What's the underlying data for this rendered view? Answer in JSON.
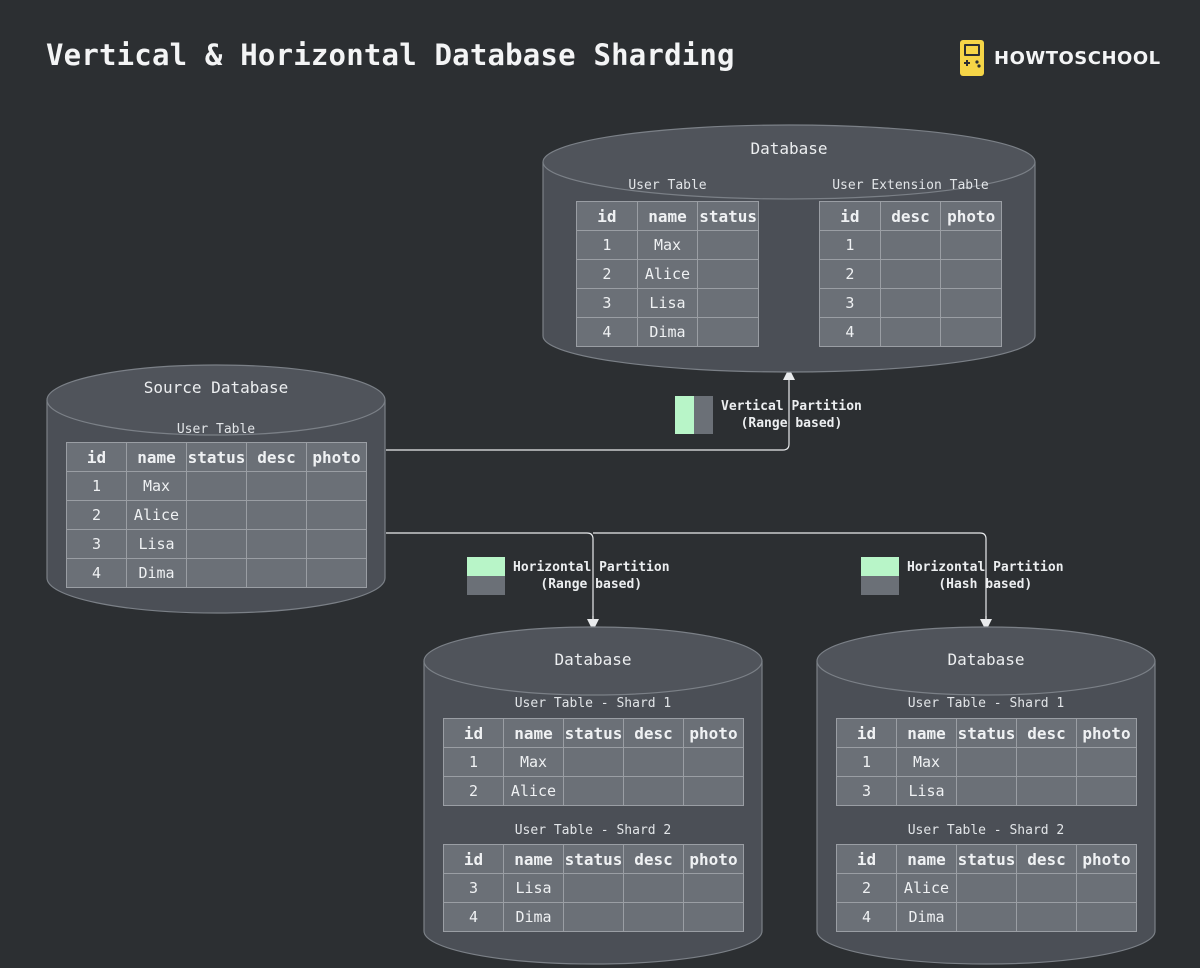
{
  "title": "Vertical & Horizontal Database Sharding",
  "brand": {
    "name": "HOWTOSCHOOL",
    "icon": "gameboy-icon",
    "color": "#f5d547"
  },
  "colors": {
    "background": "#2c2f32",
    "cylinder": "#4b4f56",
    "cell": "#6b7077",
    "green": "#b8f5c8"
  },
  "source": {
    "label": "Source Database",
    "table": {
      "caption": "User Table",
      "headers": [
        "id",
        "name",
        "status",
        "desc",
        "photo"
      ],
      "rows": [
        [
          "1",
          "Max",
          "",
          "",
          ""
        ],
        [
          "2",
          "Alice",
          "",
          "",
          ""
        ],
        [
          "3",
          "Lisa",
          "",
          "",
          ""
        ],
        [
          "4",
          "Dima",
          "",
          "",
          ""
        ]
      ]
    }
  },
  "vertical": {
    "label": "Database",
    "legend": [
      "Vertical Partition",
      "(Range based)"
    ],
    "tables": [
      {
        "caption": "User Table",
        "headers": [
          "id",
          "name",
          "status"
        ],
        "rows": [
          [
            "1",
            "Max",
            ""
          ],
          [
            "2",
            "Alice",
            ""
          ],
          [
            "3",
            "Lisa",
            ""
          ],
          [
            "4",
            "Dima",
            ""
          ]
        ]
      },
      {
        "caption": "User Extension Table",
        "headers": [
          "id",
          "desc",
          "photo"
        ],
        "rows": [
          [
            "1",
            "",
            ""
          ],
          [
            "2",
            "",
            ""
          ],
          [
            "3",
            "",
            ""
          ],
          [
            "4",
            "",
            ""
          ]
        ]
      }
    ]
  },
  "horizontal_range": {
    "label": "Database",
    "legend": [
      "Horizontal Partition",
      "(Range based)"
    ],
    "tables": [
      {
        "caption": "User Table - Shard 1",
        "headers": [
          "id",
          "name",
          "status",
          "desc",
          "photo"
        ],
        "rows": [
          [
            "1",
            "Max",
            "",
            "",
            ""
          ],
          [
            "2",
            "Alice",
            "",
            "",
            ""
          ]
        ]
      },
      {
        "caption": "User Table - Shard 2",
        "headers": [
          "id",
          "name",
          "status",
          "desc",
          "photo"
        ],
        "rows": [
          [
            "3",
            "Lisa",
            "",
            "",
            ""
          ],
          [
            "4",
            "Dima",
            "",
            "",
            ""
          ]
        ]
      }
    ]
  },
  "horizontal_hash": {
    "label": "Database",
    "legend": [
      "Horizontal Partition",
      "(Hash based)"
    ],
    "tables": [
      {
        "caption": "User Table - Shard 1",
        "headers": [
          "id",
          "name",
          "status",
          "desc",
          "photo"
        ],
        "rows": [
          [
            "1",
            "Max",
            "",
            "",
            ""
          ],
          [
            "3",
            "Lisa",
            "",
            "",
            ""
          ]
        ]
      },
      {
        "caption": "User Table - Shard 2",
        "headers": [
          "id",
          "name",
          "status",
          "desc",
          "photo"
        ],
        "rows": [
          [
            "2",
            "Alice",
            "",
            "",
            ""
          ],
          [
            "4",
            "Dima",
            "",
            "",
            ""
          ]
        ]
      }
    ]
  }
}
